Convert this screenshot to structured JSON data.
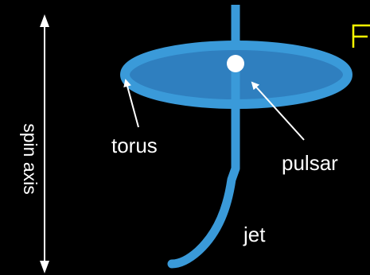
{
  "diagram": {
    "labels": {
      "spin_axis": "spin axis",
      "torus": "torus",
      "pulsar": "pulsar",
      "jet": "jet"
    },
    "colors": {
      "background": "#000000",
      "torus_ring": "#3a9ad9",
      "torus_fill": "#2f7fbf",
      "jet": "#3a9ad9",
      "pulsar": "#ffffff",
      "arrows": "#ffffff",
      "partial_text": "#ffff00"
    }
  }
}
